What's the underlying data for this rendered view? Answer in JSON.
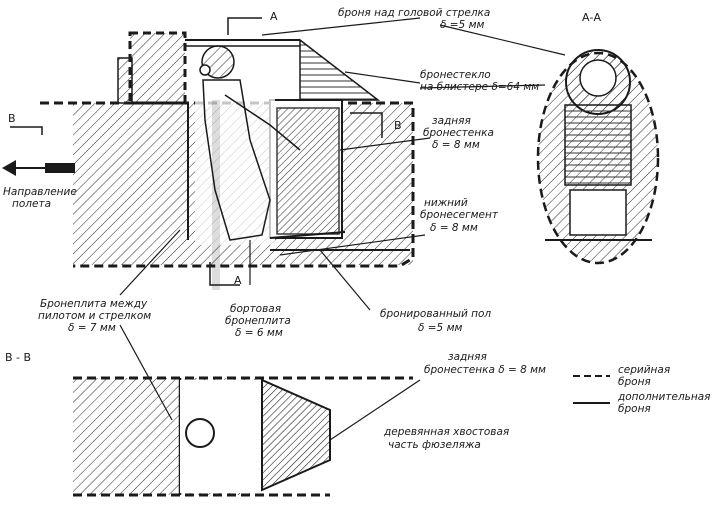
{
  "labels": {
    "head_armor_1": "броня над головой стрелка",
    "head_armor_2": "δ =5 мм",
    "glass_1": "бронестекло",
    "glass_2": "на блистере δ=64 мм",
    "rear_wall_1": "задняя",
    "rear_wall_2": "бронестенка",
    "rear_wall_3": "δ = 8 мм",
    "lower_seg_1": "нижний",
    "lower_seg_2": "бронесегмент",
    "lower_seg_3": "δ = 8 мм",
    "direction_1": "Направление",
    "direction_2": "полета",
    "plate_1": "Бронеплита между",
    "plate_2": "пилотом и стрелком",
    "plate_3": "δ = 7 мм",
    "side_1": "бортовая",
    "side_2": "бронеплита",
    "side_3": "δ = 6 мм",
    "floor_1": "бронированный пол",
    "floor_2": "δ =5 мм",
    "rear_wall2_1": "задняя",
    "rear_wall2_2": "бронестенка δ = 8 мм",
    "tail_1": "деревянная  хвостовая",
    "tail_2": "часть фюзеляжа",
    "legend_serial_1": "серийная",
    "legend_serial_2": "броня",
    "legend_extra_1": "дополнительная",
    "legend_extra_2": "броня",
    "section_aa": "А-А",
    "section_bb": "В - В",
    "mark_a_top": "А",
    "mark_a_bottom": "А",
    "mark_b_left": "В",
    "mark_b_right": "В"
  }
}
